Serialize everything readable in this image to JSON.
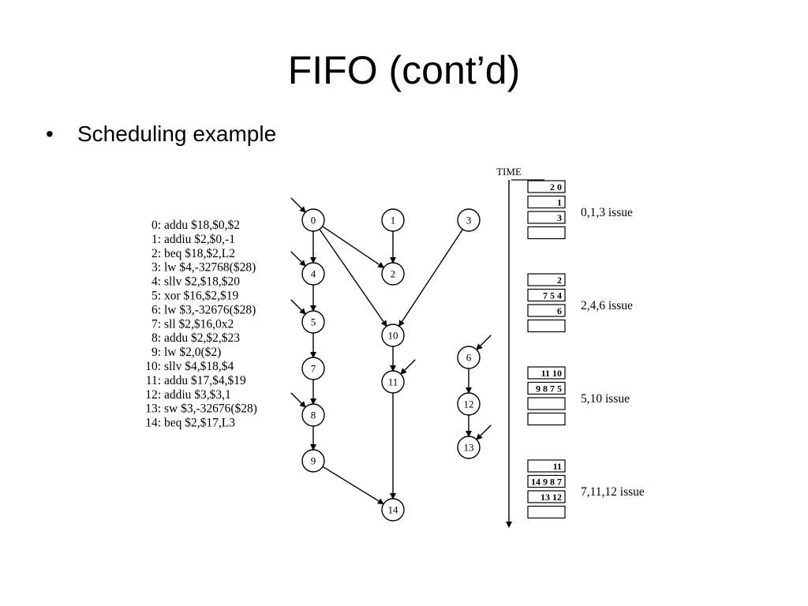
{
  "slide": {
    "title": "FIFO (cont’d)",
    "bullet": "Scheduling example"
  },
  "instructions": [
    "0: addu $18,$0,$2",
    "1: addiu $2,$0,-1",
    "2: beq $18,$2,L2",
    "3: lw $4,-32768($28)",
    "4: sllv $2,$18,$20",
    "5: xor $16,$2,$19",
    "6: lw $3,-32676($28)",
    "7: sll $2,$16,0x2",
    "8: addu $2,$2,$23",
    "9: lw $2,0($2)",
    "10: sllv $4,$18,$4",
    "11: addu $17,$4,$19",
    "12: addiu $3,$3,1",
    "13: sw $3,-32676($28)",
    "14: beq $2,$17,L3"
  ],
  "graph": {
    "nodes": [
      "0",
      "1",
      "3",
      "4",
      "2",
      "5",
      "10",
      "6",
      "7",
      "11",
      "12",
      "8",
      "13",
      "9",
      "14"
    ],
    "edges": [
      [
        "0",
        "4"
      ],
      [
        "0",
        "2"
      ],
      [
        "0",
        "10"
      ],
      [
        "1",
        "2"
      ],
      [
        "3",
        "10"
      ],
      [
        "4",
        "5"
      ],
      [
        "5",
        "7"
      ],
      [
        "7",
        "8"
      ],
      [
        "8",
        "9"
      ],
      [
        "9",
        "14"
      ],
      [
        "10",
        "11"
      ],
      [
        "11",
        "14"
      ],
      [
        "6",
        "12"
      ],
      [
        "12",
        "13"
      ]
    ],
    "incoming_arrows_to": [
      "0",
      "4",
      "5",
      "8",
      "11",
      "6",
      "13"
    ]
  },
  "timeline": {
    "label": "TIME",
    "groups": [
      {
        "slots": [
          "2 0",
          "1",
          "3",
          ""
        ],
        "issue": "0,1,3 issue"
      },
      {
        "slots": [
          "2",
          "7 5 4",
          "6",
          ""
        ],
        "issue": "2,4,6 issue"
      },
      {
        "slots": [
          "11 10",
          "9 8 7 5",
          "",
          ""
        ],
        "issue": "5,10 issue"
      },
      {
        "slots": [
          "11",
          "14 9 8 7",
          "13 12",
          ""
        ],
        "issue": "7,11,12 issue"
      }
    ]
  }
}
